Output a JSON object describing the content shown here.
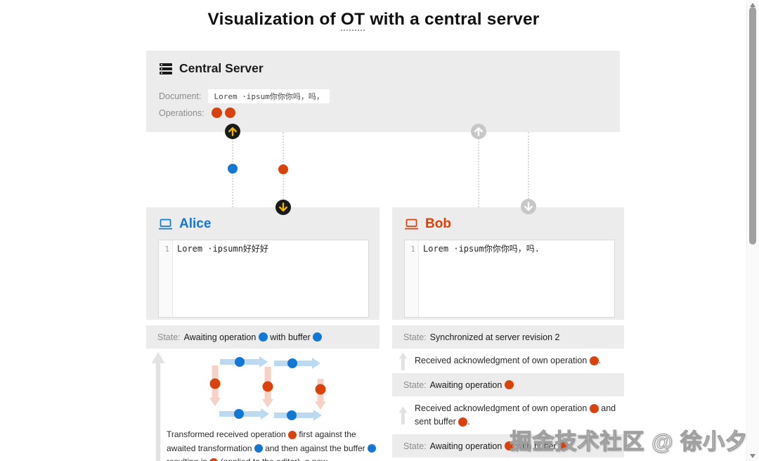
{
  "colors": {
    "blue": "#1377d4",
    "red": "#d9430b",
    "blue_light": "#bcd9f2",
    "red_light": "#f7d0c6",
    "channel_active": "#1a1a1a",
    "channel_arrow_active": "#eeb400",
    "channel_inactive": "#c7c7c7"
  },
  "title": {
    "prefix": "Visualization of ",
    "abbr": "OT",
    "suffix": " with a central server"
  },
  "server": {
    "title": "Central Server",
    "document_label": "Document:",
    "document_value": "Lorem ·ipsum你你你吗，吗，",
    "operations_label": "Operations:",
    "operations": [
      "red",
      "red"
    ]
  },
  "alice": {
    "name": "Alice",
    "editor": {
      "line_number": "1",
      "text": "Lorem ·ipsumn好好好"
    },
    "state_label": "State:",
    "state": [
      {
        "text": "Awaiting operation "
      },
      {
        "dot": "blue"
      },
      {
        "text": " with buffer "
      },
      {
        "dot": "blue"
      }
    ],
    "event": [
      {
        "text": "Transformed received operation "
      },
      {
        "dot": "red"
      },
      {
        "text": " first against the awaited transformation "
      },
      {
        "dot": "blue"
      },
      {
        "text": " and then against the buffer "
      },
      {
        "dot": "blue"
      },
      {
        "text": " resulting in "
      },
      {
        "dot": "red"
      },
      {
        "text": " (applied to the editor), a new"
      }
    ]
  },
  "bob": {
    "name": "Bob",
    "editor": {
      "line_number": "1",
      "text": "Lorem ·ipsum你你你吗，吗."
    },
    "state_label": "State:",
    "timeline": [
      {
        "type": "state",
        "segments": [
          {
            "text": "Synchronized at server revision 2"
          }
        ]
      },
      {
        "type": "event",
        "segments": [
          {
            "text": "Received acknowledgment of own operation "
          },
          {
            "dot": "red"
          },
          {
            "text": "."
          }
        ]
      },
      {
        "type": "state",
        "segments": [
          {
            "text": "Awaiting operation "
          },
          {
            "dot": "red"
          }
        ]
      },
      {
        "type": "event",
        "segments": [
          {
            "text": "Received acknowledgment of own operation "
          },
          {
            "dot": "red"
          },
          {
            "text": " and sent buffer "
          },
          {
            "dot": "red"
          },
          {
            "text": "."
          }
        ]
      },
      {
        "type": "state",
        "segments": [
          {
            "text": "Awaiting operation "
          },
          {
            "dot": "red"
          },
          {
            "text": " with buffer "
          },
          {
            "dot": "red"
          }
        ]
      }
    ]
  },
  "watermark": "掘金技术社区 @ 徐小夕"
}
